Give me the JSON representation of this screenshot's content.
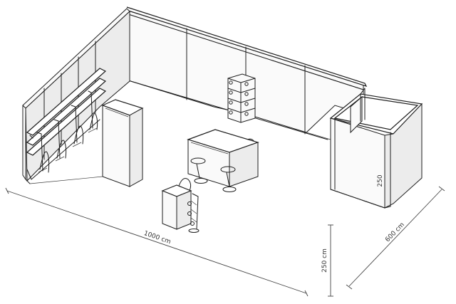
{
  "dimensions": {
    "length_label": "1000 cm",
    "depth_label": "600 cm",
    "wall_height_label": "250 cm",
    "cabin_height_label": "250"
  }
}
